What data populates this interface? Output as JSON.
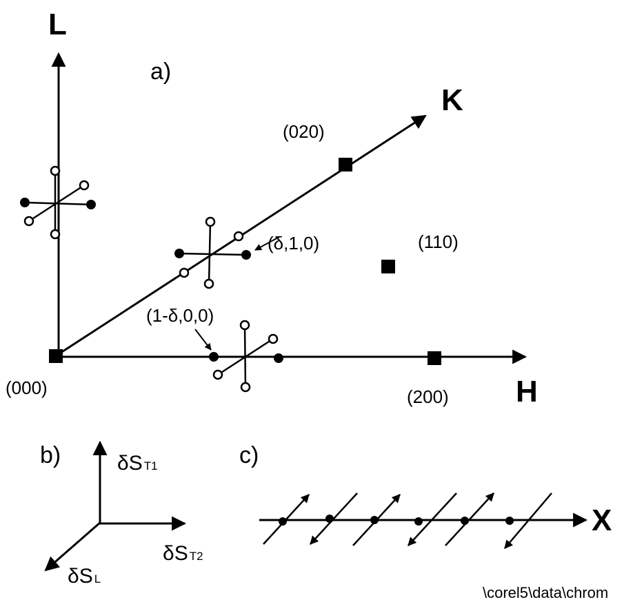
{
  "panel_a": {
    "label": "a)",
    "axes": {
      "h": "H",
      "k": "K",
      "l": "L"
    },
    "points": {
      "origin": "(000)",
      "p020": "(020)",
      "p110": "(110)",
      "p200": "(200)",
      "satellite_k": "(δ,1,0)",
      "satellite_h": "(1-δ,0,0)"
    }
  },
  "panel_b": {
    "label": "b)",
    "t1_main": "δS",
    "t1_sub": "T1",
    "t2_main": "δS",
    "t2_sub": "T2",
    "l_main": "δS",
    "l_sub": "L"
  },
  "panel_c": {
    "label": "c)",
    "axis": "X"
  },
  "footer": {
    "path": "\\corel5\\data\\chrom"
  }
}
